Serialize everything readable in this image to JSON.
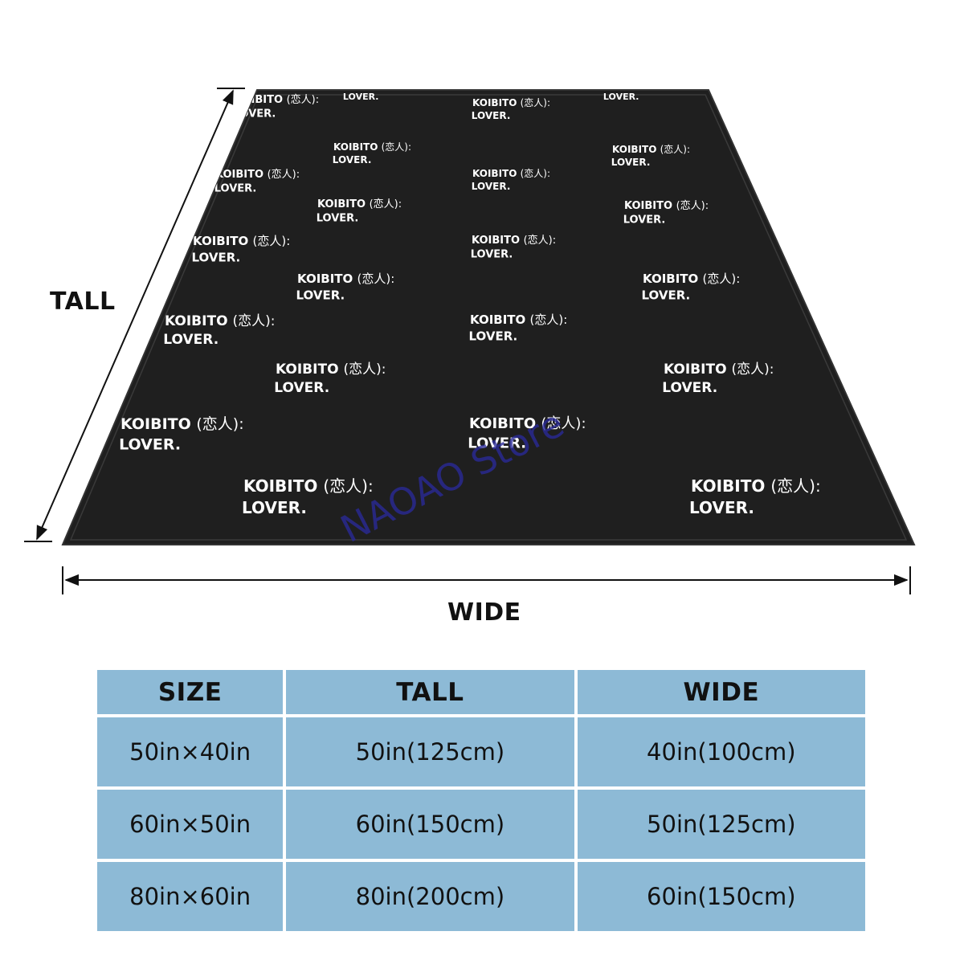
{
  "blanket": {
    "background": "#1f1f1f",
    "pattern_line1_word": "KOIBITO",
    "pattern_line1_kanji": "(恋人):",
    "pattern_line2": "LOVER.",
    "watermark": "NAOAO Store",
    "watermark_color": "#2a2a9a"
  },
  "dimensions": {
    "tall_label": "TALL",
    "wide_label": "WIDE"
  },
  "size_table": {
    "header_color": "#8dbad6",
    "headers": [
      "SIZE",
      "TALL",
      "WIDE"
    ],
    "rows": [
      [
        "50in×40in",
        "50in(125cm)",
        "40in(100cm)"
      ],
      [
        "60in×50in",
        "60in(150cm)",
        "50in(125cm)"
      ],
      [
        "80in×60in",
        "80in(200cm)",
        "60in(150cm)"
      ]
    ]
  }
}
